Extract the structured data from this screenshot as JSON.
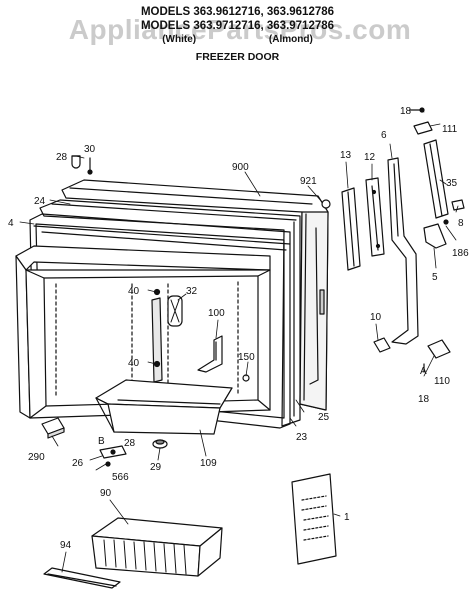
{
  "header": {
    "line1": "MODELS 363.9612716, 363.9612786",
    "line2": "MODELS 363.9712716, 363.9712786",
    "color_white": "(White)",
    "color_almond": "(Almond)",
    "section_title": "FREEZER DOOR"
  },
  "watermark": "AppliancePartsPros.com",
  "callouts": {
    "p18_top": "18",
    "p111": "111",
    "p6": "6",
    "p13": "13",
    "p12": "12",
    "p35": "35",
    "p28_top": "28",
    "p30": "30",
    "p900": "900",
    "p921": "921",
    "p24": "24",
    "p4": "4",
    "p8": "8",
    "p186": "186",
    "p5": "5",
    "p40_upper": "40",
    "p32": "32",
    "p100": "100",
    "p10": "10",
    "p40_lower": "40",
    "p150": "150",
    "pA": "A",
    "p110": "110",
    "p18_mid": "18",
    "p25": "25",
    "p23": "23",
    "p290": "290",
    "pB": "B",
    "p28_bot": "28",
    "p26": "26",
    "p566": "566",
    "p29": "29",
    "p109": "109",
    "p90": "90",
    "p1": "1",
    "p94": "94"
  }
}
